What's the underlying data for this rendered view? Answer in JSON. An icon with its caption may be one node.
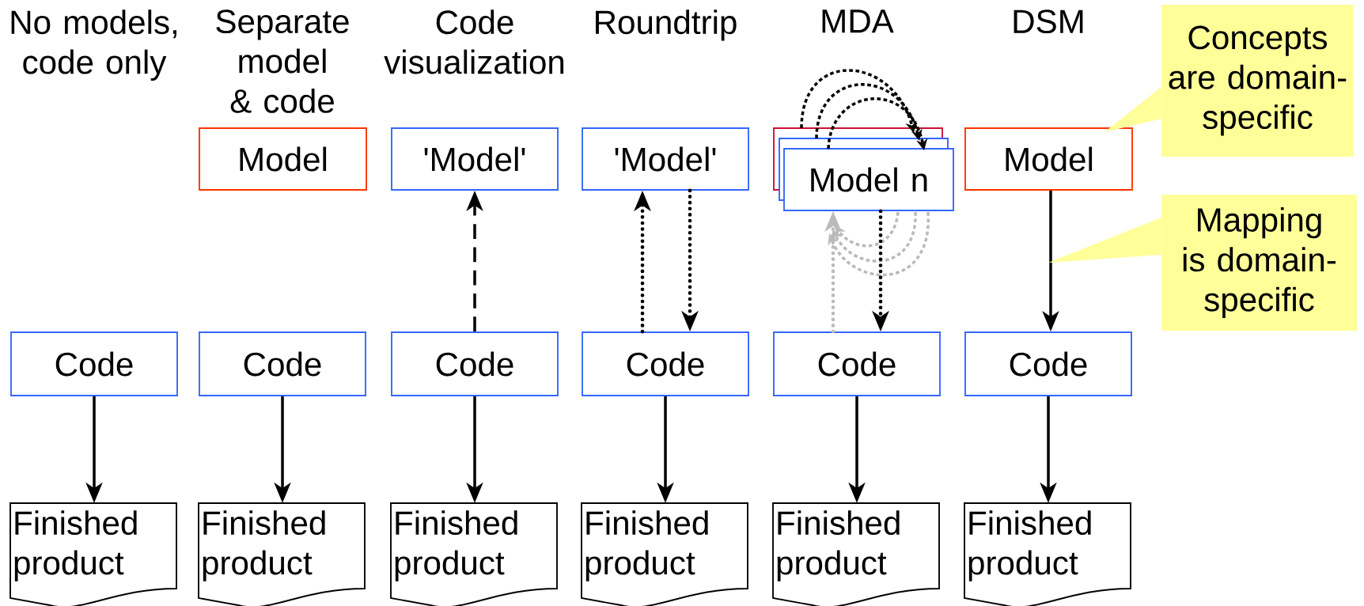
{
  "diagram": {
    "nodes": [
      {
        "text": [
          "Model"
        ]
      },
      {
        "text": [
          "'Model'"
        ]
      },
      {
        "text": [
          "'Model'"
        ]
      },
      {
        "text": [
          "Model n"
        ]
      },
      {
        "text": [
          "Model"
        ]
      },
      {
        "text": [
          "Concepts are domain-specific"
        ]
      },
      {
        "text": [
          "Mapping is domain-specific"
        ]
      },
      {
        "text": [
          "Code"
        ]
      },
      {
        "text": [
          "Code"
        ]
      },
      {
        "text": [
          "Code"
        ]
      },
      {
        "text": [
          "Code"
        ]
      },
      {
        "text": [
          "Code"
        ]
      },
      {
        "text": [
          "Code"
        ]
      },
      {
        "text": [
          "Finished product"
        ]
      },
      {
        "text": [
          "Finished product"
        ]
      },
      {
        "text": [
          "Finished product"
        ]
      },
      {
        "text": [
          "Finished product"
        ]
      },
      {
        "text": [
          "Finished product"
        ]
      },
      {
        "text": [
          "Finished product"
        ]
      }
    ],
    "edges": [
      {
        "from": 7,
        "to": 13,
        "arrow": "to"
      },
      {
        "from": 8,
        "to": 14,
        "arrow": "to"
      },
      {
        "from": 9,
        "to": 15,
        "arrow": "to"
      },
      {
        "from": 10,
        "to": 16,
        "arrow": "to"
      },
      {
        "from": 11,
        "to": 17,
        "arrow": "to"
      },
      {
        "from": 12,
        "to": 18,
        "arrow": "to"
      },
      {
        "from": 9,
        "to": 1,
        "arrow": "to",
        "style": "dashed"
      },
      {
        "from": 10,
        "to": 2,
        "arrow": "to",
        "style": "dashed"
      },
      {
        "from": 2,
        "to": 10,
        "arrow": "to",
        "style": "dashed"
      },
      {
        "from": 3,
        "to": 11,
        "arrow": "to",
        "style": "dashed"
      },
      {
        "from": 11,
        "to": 3,
        "arrow": "to",
        "style": "dashed",
        "color": "#bbbbbb"
      },
      {
        "from": 4,
        "to": 12,
        "arrow": "to"
      },
      {
        "from": 5,
        "to": 4,
        "arrow": "to"
      },
      {
        "from": 6,
        "to": null,
        "arrow": "to"
      }
    ],
    "labels": [
      "No models, code only",
      "Separate model & code",
      "Code visualization",
      "Roundtrip",
      "MDA",
      "DSM"
    ]
  }
}
